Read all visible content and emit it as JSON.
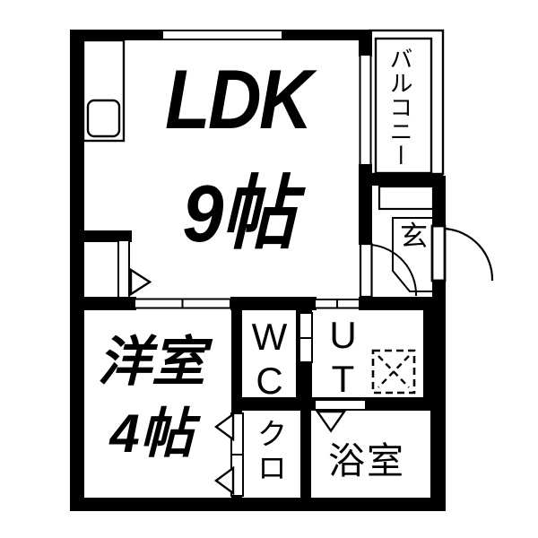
{
  "floorplan": {
    "type": "apartment-floor-plan",
    "colors": {
      "wall": "#000000",
      "floor": "#ffffff"
    },
    "rooms": {
      "ldk": {
        "label": "LDK",
        "size_label": "9帖"
      },
      "balcony": {
        "label": "バルコニー"
      },
      "entrance": {
        "label": "玄"
      },
      "western_room": {
        "label": "洋室",
        "size_label": "4帖"
      },
      "toilet": {
        "label": "WC"
      },
      "utility": {
        "label": "UT"
      },
      "closet": {
        "label": "クロ"
      },
      "bathroom": {
        "label": "浴室"
      }
    },
    "icons": {
      "washing_machine": "dashed-square-with-x",
      "kitchen_sink": "rounded-rectangle",
      "door_swing": "quarter-circle-arc",
      "opening_marker": "hollow-triangle"
    }
  }
}
